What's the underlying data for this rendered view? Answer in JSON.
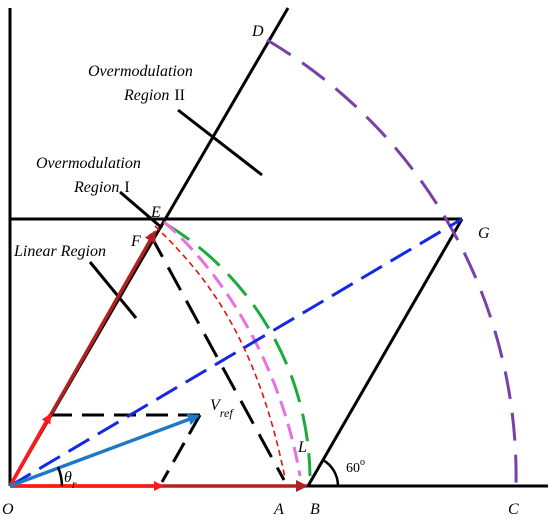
{
  "points": {
    "O": "O",
    "A": "A",
    "B": "B",
    "C": "C",
    "D": "D",
    "E": "E",
    "F": "F",
    "G": "G",
    "L": "L"
  },
  "regions": {
    "overmodulation_2_line1": "Overmodulation",
    "overmodulation_2_line2_word": "Region",
    "overmodulation_2_numeral": "II",
    "overmodulation_1_line1": "Overmodulation",
    "overmodulation_1_line2_word": "Region",
    "overmodulation_1_numeral": "I",
    "linear": "Linear Region"
  },
  "vector_label": {
    "main": "V",
    "sub": "ref"
  },
  "angle_label": {
    "main": "θ",
    "sub": "r"
  },
  "angle_60": {
    "value": "60",
    "unit": "o"
  },
  "colors": {
    "axes": "#000000",
    "vector_red": "#ff1a1a",
    "vector_darkred": "#b32020",
    "ref_vector": "#1e78c8",
    "blue_dash": "#1428e6",
    "green_arc": "#1aab3c",
    "pink_dash": "#e870e0",
    "purple_arc": "#7b3fa8",
    "red_dashed_curve": "#e81010"
  }
}
